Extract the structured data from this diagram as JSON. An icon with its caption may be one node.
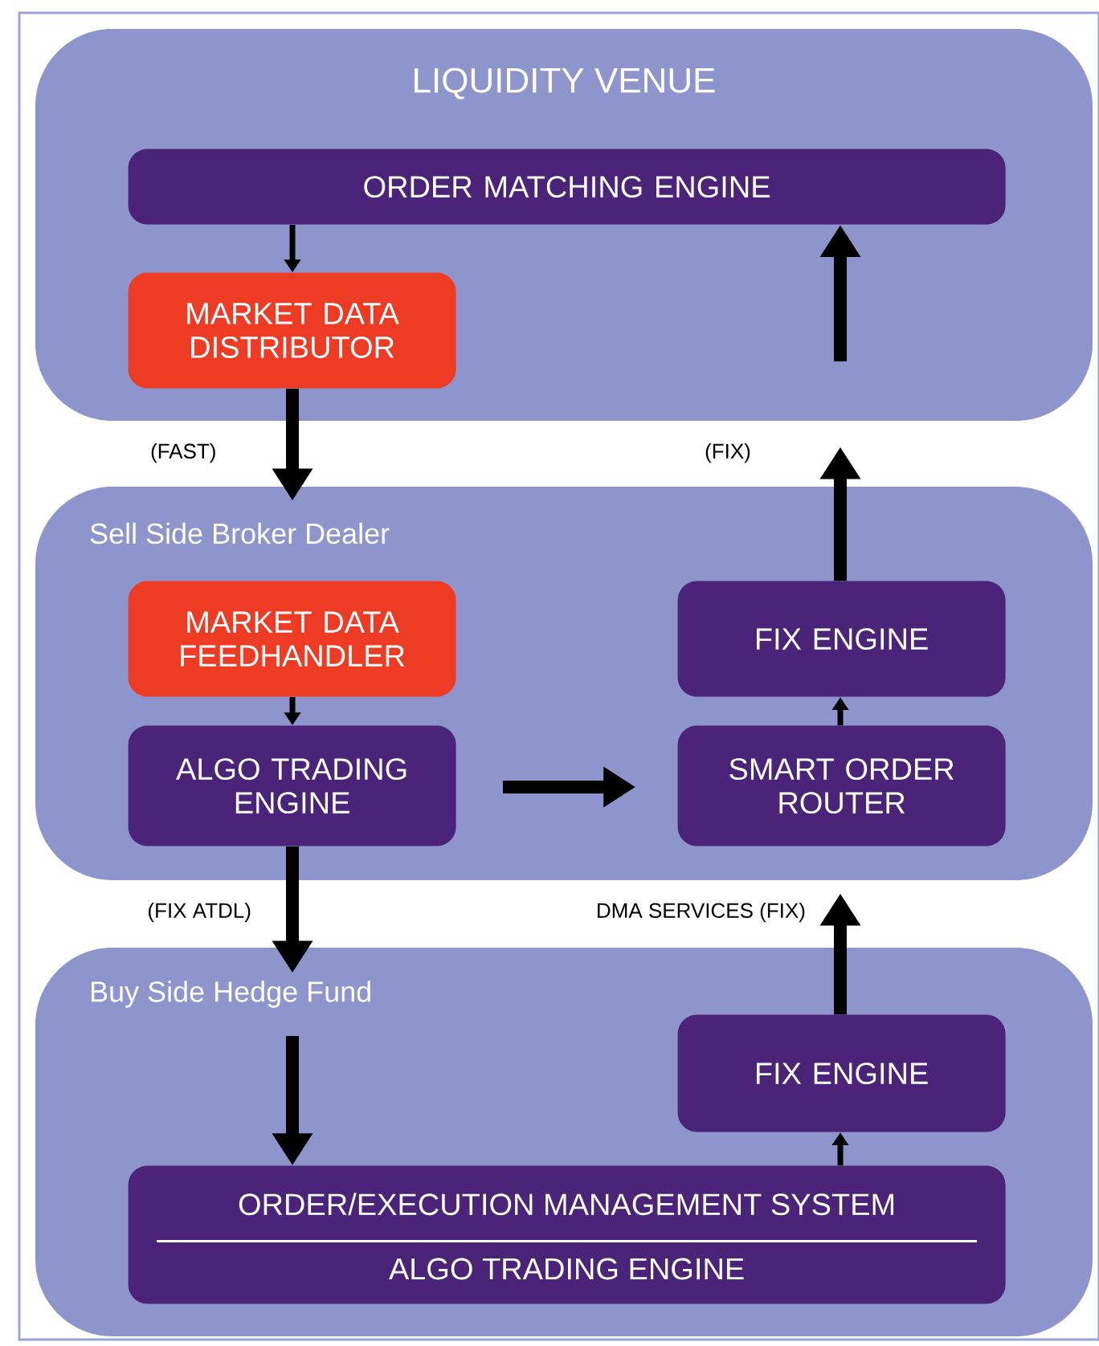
{
  "diagram": {
    "nodes": [
      {
        "text": [
          "LIQUIDITY VENUE"
        ]
      },
      {
        "text": [
          "ORDER MATCHING ENGINE"
        ],
        "in": 0
      },
      {
        "text": [
          "MARKET DATA DISTRIBUTOR"
        ],
        "in": 0
      },
      {
        "text": [
          "Sell Side Broker Dealer"
        ]
      },
      {
        "text": [
          "MARKET DATA FEEDHANDLER"
        ],
        "in": 3
      },
      {
        "text": [
          "ALGO TRADING ENGINE"
        ],
        "in": 3
      },
      {
        "text": [
          "FIX ENGINE"
        ],
        "in": 3
      },
      {
        "text": [
          "SMART ORDER ROUTER"
        ],
        "in": 3
      },
      {
        "text": [
          "Buy Side Hedge Fund"
        ]
      },
      {
        "text": [
          "FIX ENGINE"
        ],
        "in": 8
      },
      {
        "text": [
          "ORDER/EXECUTION MANAGEMENT SYSTEM",
          "ALGO TRADING ENGINE"
        ],
        "in": 8
      }
    ],
    "edges": [
      {
        "from": 1,
        "to": 2,
        "arrow": "to"
      },
      {
        "from": 2,
        "to": 3,
        "arrow": "to",
        "label": "(FAST)"
      },
      {
        "from": 4,
        "to": 5,
        "arrow": "to"
      },
      {
        "from": 5,
        "to": 7,
        "arrow": "to"
      },
      {
        "from": 7,
        "to": 6,
        "arrow": "to"
      },
      {
        "from": 6,
        "to": 0,
        "arrow": "to",
        "label": "(FIX)"
      },
      {
        "from": null,
        "to": 1,
        "arrow": "to"
      },
      {
        "from": 5,
        "to": 8,
        "arrow": "to",
        "label": "(FIX ATDL)"
      },
      {
        "from": null,
        "to": 10,
        "arrow": "to"
      },
      {
        "from": 10,
        "to": 9,
        "arrow": "to"
      },
      {
        "from": 9,
        "to": 3,
        "arrow": "to",
        "label": "DMA SERVICES (FIX)"
      }
    ]
  }
}
